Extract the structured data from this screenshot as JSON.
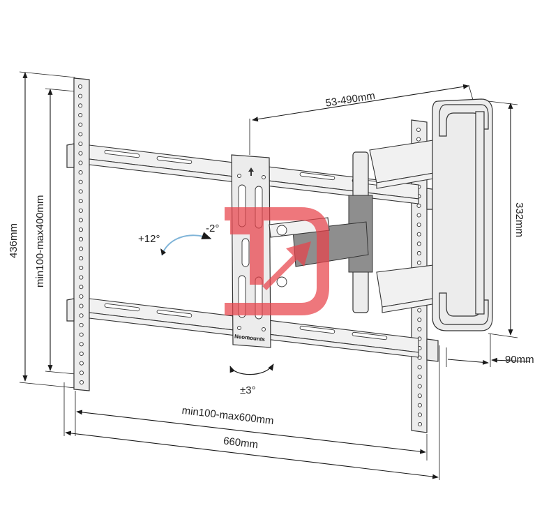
{
  "dimensions": {
    "arm_extension": "53-490mm",
    "height_total": "436mm",
    "vertical_vesa": "min100-max400mm",
    "wall_plate_height": "332mm",
    "wall_depth": "90mm",
    "horizontal_vesa": "min100-max600mm",
    "width_total": "660mm"
  },
  "angles": {
    "tilt_up": "+12°",
    "tilt_down": "-2°",
    "rotation": "±3°"
  },
  "brand": "Neomounts",
  "colors": {
    "lines": "#1a1a1a",
    "plate_fill": "#ececec",
    "tilt_arrow": "#7fb4d8",
    "watermark": "#e8434b"
  }
}
